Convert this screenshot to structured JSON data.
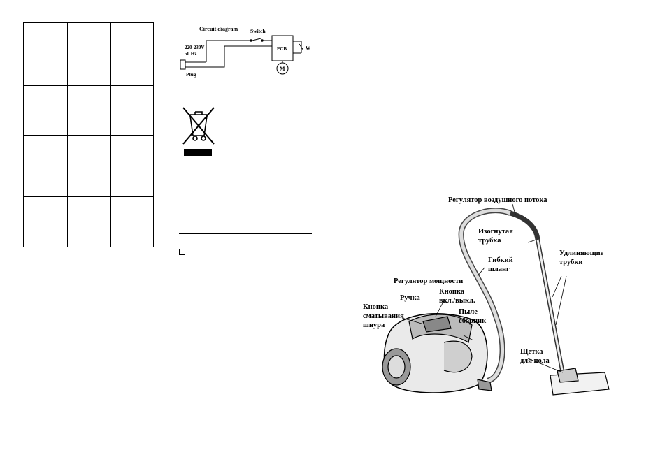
{
  "circuit": {
    "title": "Circuit diagram",
    "switch": "Switch",
    "voltage": "220-230V",
    "freq": "50 Hz",
    "plug": "Plug",
    "pcb": "PCB",
    "w": "W",
    "motor": "M"
  },
  "labels": {
    "airflow": "Регулятор воздушного потока",
    "curved_1": "Изогнутая",
    "curved_2": "трубка",
    "ext_1": "Удлиняющие",
    "ext_2": "трубки",
    "hose_1": "Гибкий",
    "hose_2": "шланг",
    "power": "Регулятор мощности",
    "btn_1": "Кнопка",
    "btn_2": "вкл./выкл.",
    "handle": "Ручка",
    "cord_1": "Кнопка",
    "cord_2": "сматывания",
    "cord_3": "шнура",
    "dust_1": "Пыле-",
    "dust_2": "сборник",
    "brush_1": "Щетка",
    "brush_2": "для пола"
  }
}
